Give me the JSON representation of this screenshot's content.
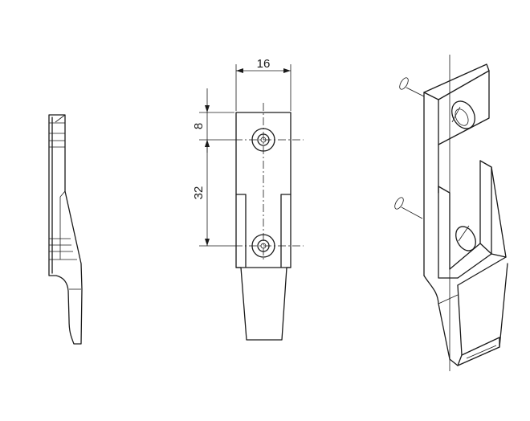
{
  "dimensions": {
    "width_label": "16",
    "top_offset_label": "8",
    "hole_spacing_label": "32"
  }
}
